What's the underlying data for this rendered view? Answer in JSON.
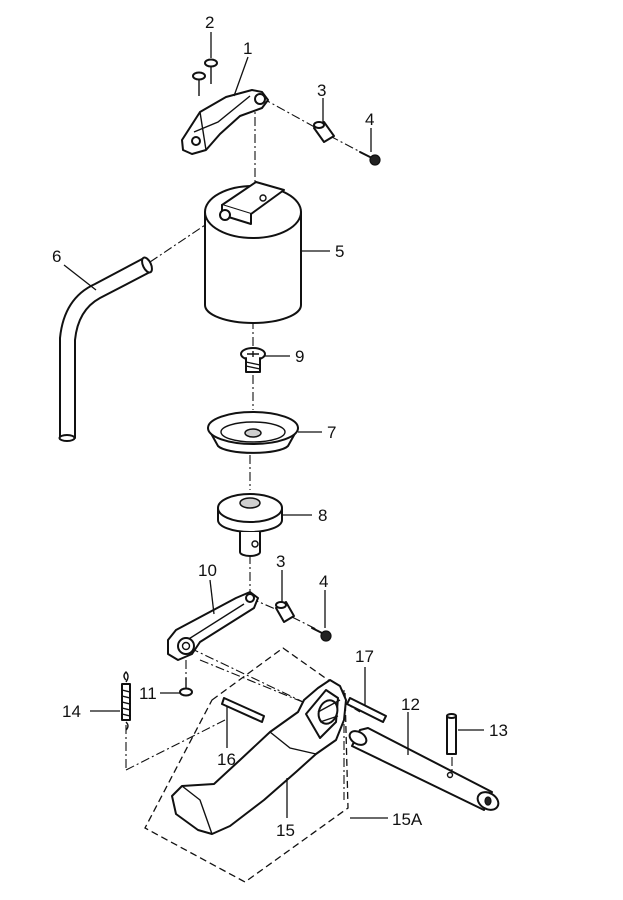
{
  "labels": {
    "l1": "1",
    "l2": "2",
    "l3a": "3",
    "l4a": "4",
    "l5": "5",
    "l6": "6",
    "l7": "7",
    "l8": "8",
    "l9": "9",
    "l10": "10",
    "l3b": "3",
    "l4b": "4",
    "l11": "11",
    "l12": "12",
    "l13": "13",
    "l14": "14",
    "l15": "15",
    "l15a": "15A",
    "l16": "16",
    "l17": "17"
  }
}
